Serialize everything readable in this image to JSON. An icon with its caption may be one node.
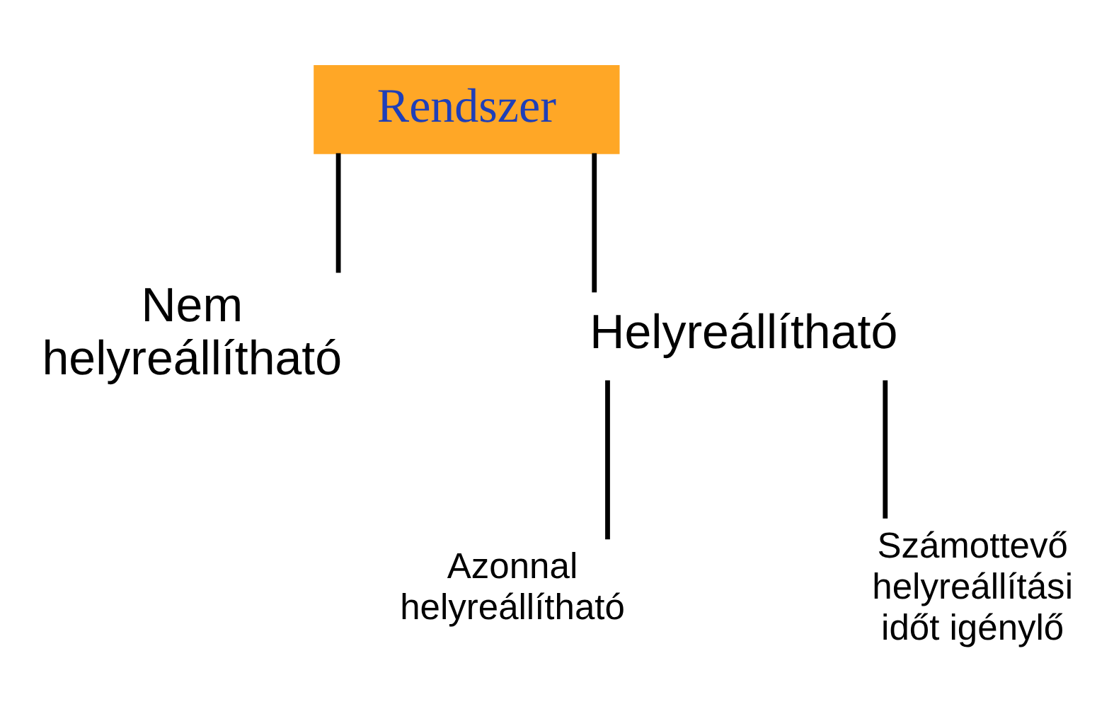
{
  "diagram": {
    "nodes": [
      {
        "text": [
          "Rendszer"
        ]
      },
      {
        "text": [
          "Nem helyreállítható"
        ]
      },
      {
        "text": [
          "Helyreállítható"
        ]
      },
      {
        "text": [
          "Azonnal helyreállítható"
        ]
      },
      {
        "text": [
          "Számottevő helyreállítási időt igénylő"
        ]
      }
    ],
    "edges": [
      {
        "from": 0,
        "to": 1,
        "arrow": "none"
      },
      {
        "from": 0,
        "to": 2,
        "arrow": "none"
      },
      {
        "from": 2,
        "to": 3,
        "arrow": "none"
      },
      {
        "from": 2,
        "to": 4,
        "arrow": "none"
      }
    ]
  }
}
